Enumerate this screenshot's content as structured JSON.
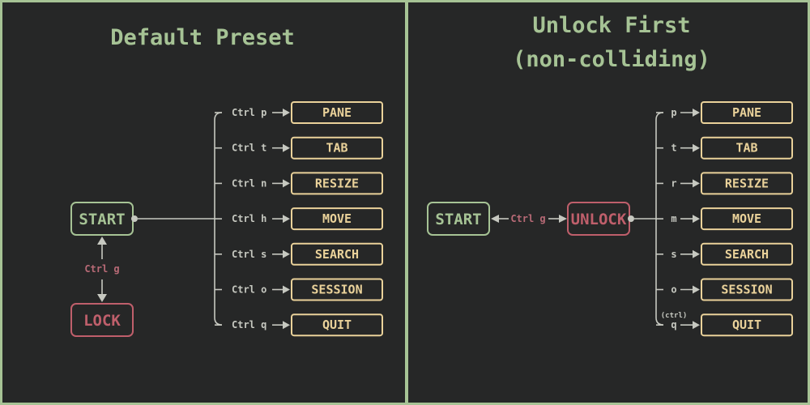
{
  "left": {
    "title": "Default Preset",
    "start": "START",
    "lock": "LOCK",
    "toggle_key": "Ctrl g",
    "bindings": [
      {
        "key": "Ctrl p",
        "mode": "PANE"
      },
      {
        "key": "Ctrl t",
        "mode": "TAB"
      },
      {
        "key": "Ctrl n",
        "mode": "RESIZE"
      },
      {
        "key": "Ctrl h",
        "mode": "MOVE"
      },
      {
        "key": "Ctrl s",
        "mode": "SEARCH"
      },
      {
        "key": "Ctrl o",
        "mode": "SESSION"
      },
      {
        "key": "Ctrl q",
        "mode": "QUIT"
      }
    ]
  },
  "right": {
    "title_line1": "Unlock First",
    "title_line2": "(non-colliding)",
    "start": "START",
    "unlock": "UNLOCK",
    "toggle_key": "Ctrl g",
    "quit_note": "(ctrl)",
    "bindings": [
      {
        "key": "p",
        "mode": "PANE"
      },
      {
        "key": "t",
        "mode": "TAB"
      },
      {
        "key": "r",
        "mode": "RESIZE"
      },
      {
        "key": "m",
        "mode": "MOVE"
      },
      {
        "key": "s",
        "mode": "SEARCH"
      },
      {
        "key": "o",
        "mode": "SESSION"
      },
      {
        "key": "q",
        "mode": "QUIT"
      }
    ]
  },
  "colors": {
    "background": "#262727",
    "title": "#a6c395",
    "mode_box": "#ead29a",
    "lock_box": "#bf5f6b",
    "wire": "#c6c8c0"
  }
}
